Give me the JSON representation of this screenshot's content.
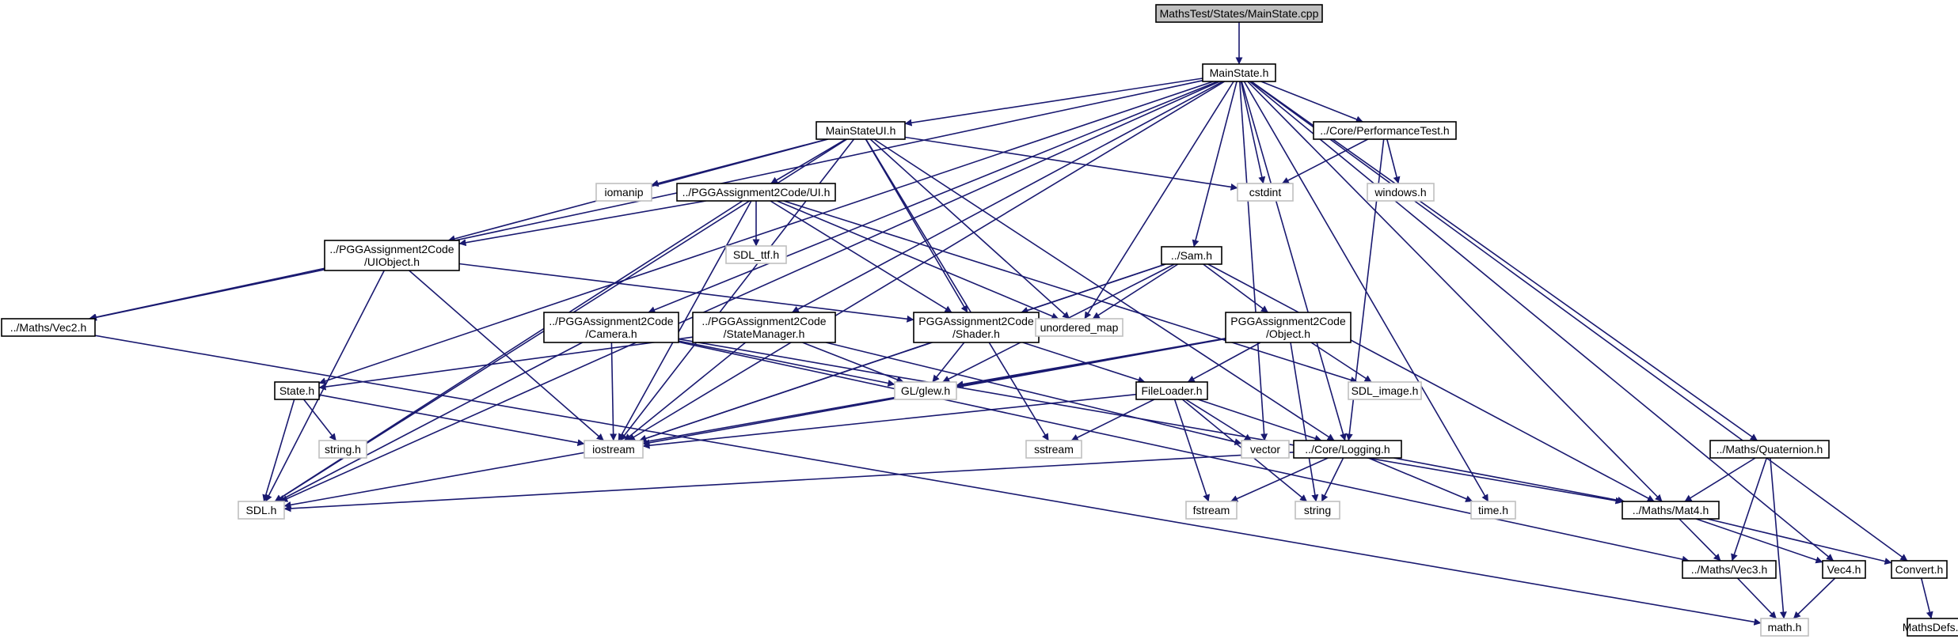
{
  "colors": {
    "edge": "#191970",
    "border_documented": "#000000",
    "border_external": "#bfbfbf",
    "fill_root": "#bfbfbf",
    "fill_default": "#ffffff"
  },
  "nodes": [
    {
      "id": "root",
      "lines": [
        "MathsTest/States/MainState.cpp"
      ],
      "kind": "root"
    },
    {
      "id": "mainstate",
      "lines": [
        "MainState.h"
      ],
      "kind": "doc"
    },
    {
      "id": "mainstateui",
      "lines": [
        "MainStateUI.h"
      ],
      "kind": "doc"
    },
    {
      "id": "perftest",
      "lines": [
        "../Core/PerformanceTest.h"
      ],
      "kind": "doc"
    },
    {
      "id": "iomanip",
      "lines": [
        "iomanip"
      ],
      "kind": "ext"
    },
    {
      "id": "ui",
      "lines": [
        "../PGGAssignment2Code/UI.h"
      ],
      "kind": "doc"
    },
    {
      "id": "cstdint",
      "lines": [
        "cstdint"
      ],
      "kind": "ext"
    },
    {
      "id": "windows",
      "lines": [
        "windows.h"
      ],
      "kind": "ext"
    },
    {
      "id": "sdlttf",
      "lines": [
        "SDL_ttf.h"
      ],
      "kind": "ext"
    },
    {
      "id": "uiobject",
      "lines": [
        "../PGGAssignment2Code",
        "/UIObject.h"
      ],
      "kind": "doc"
    },
    {
      "id": "sam",
      "lines": [
        "../Sam.h"
      ],
      "kind": "doc"
    },
    {
      "id": "vec2",
      "lines": [
        "../Maths/Vec2.h"
      ],
      "kind": "doc"
    },
    {
      "id": "camera",
      "lines": [
        "../PGGAssignment2Code",
        "/Camera.h"
      ],
      "kind": "doc"
    },
    {
      "id": "statemanager",
      "lines": [
        "../PGGAssignment2Code",
        "/StateManager.h"
      ],
      "kind": "doc"
    },
    {
      "id": "shader",
      "lines": [
        "PGGAssignment2Code",
        "/Shader.h"
      ],
      "kind": "doc"
    },
    {
      "id": "unordered",
      "lines": [
        "unordered_map"
      ],
      "kind": "ext"
    },
    {
      "id": "object",
      "lines": [
        "PGGAssignment2Code",
        "/Object.h"
      ],
      "kind": "doc"
    },
    {
      "id": "glew",
      "lines": [
        "GL/glew.h"
      ],
      "kind": "ext"
    },
    {
      "id": "state",
      "lines": [
        "State.h"
      ],
      "kind": "doc"
    },
    {
      "id": "fileloader",
      "lines": [
        "FileLoader.h"
      ],
      "kind": "doc"
    },
    {
      "id": "sdlimage",
      "lines": [
        "SDL_image.h"
      ],
      "kind": "ext"
    },
    {
      "id": "stringh",
      "lines": [
        "string.h"
      ],
      "kind": "ext"
    },
    {
      "id": "iostream",
      "lines": [
        "iostream"
      ],
      "kind": "ext"
    },
    {
      "id": "sstream",
      "lines": [
        "sstream"
      ],
      "kind": "ext"
    },
    {
      "id": "vector",
      "lines": [
        "vector"
      ],
      "kind": "ext"
    },
    {
      "id": "logging",
      "lines": [
        "../Core/Logging.h"
      ],
      "kind": "doc"
    },
    {
      "id": "quaternion",
      "lines": [
        "../Maths/Quaternion.h"
      ],
      "kind": "doc"
    },
    {
      "id": "sdl",
      "lines": [
        "SDL.h"
      ],
      "kind": "ext"
    },
    {
      "id": "fstream",
      "lines": [
        "fstream"
      ],
      "kind": "ext"
    },
    {
      "id": "string",
      "lines": [
        "string"
      ],
      "kind": "ext"
    },
    {
      "id": "timeh",
      "lines": [
        "time.h"
      ],
      "kind": "ext"
    },
    {
      "id": "mat4",
      "lines": [
        "../Maths/Mat4.h"
      ],
      "kind": "doc"
    },
    {
      "id": "vec3",
      "lines": [
        "../Maths/Vec3.h"
      ],
      "kind": "doc"
    },
    {
      "id": "vec4",
      "lines": [
        "Vec4.h"
      ],
      "kind": "doc"
    },
    {
      "id": "convert",
      "lines": [
        "Convert.h"
      ],
      "kind": "doc"
    },
    {
      "id": "mathh",
      "lines": [
        "math.h"
      ],
      "kind": "ext"
    },
    {
      "id": "mathsdefs",
      "lines": [
        "MathsDefs.h"
      ],
      "kind": "doc"
    }
  ],
  "edges": [
    [
      "root",
      "mainstate"
    ],
    [
      "mainstate",
      "mainstateui"
    ],
    [
      "mainstate",
      "perftest"
    ],
    [
      "mainstate",
      "cstdint"
    ],
    [
      "mainstate",
      "sam"
    ],
    [
      "mainstate",
      "vec2"
    ],
    [
      "mainstate",
      "sdl"
    ],
    [
      "mainstate",
      "state"
    ],
    [
      "mainstate",
      "iostream"
    ],
    [
      "mainstate",
      "camera"
    ],
    [
      "mainstate",
      "statemanager"
    ],
    [
      "mainstate",
      "unordered"
    ],
    [
      "mainstate",
      "logging"
    ],
    [
      "mainstate",
      "vector"
    ],
    [
      "mainstate",
      "timeh"
    ],
    [
      "mainstate",
      "mat4"
    ],
    [
      "mainstate",
      "quaternion"
    ],
    [
      "mainstate",
      "vec4"
    ],
    [
      "mainstate",
      "convert"
    ],
    [
      "mainstateui",
      "iomanip"
    ],
    [
      "mainstateui",
      "ui"
    ],
    [
      "mainstateui",
      "cstdint"
    ],
    [
      "mainstateui",
      "uiobject"
    ],
    [
      "mainstateui",
      "sdl"
    ],
    [
      "mainstateui",
      "iostream"
    ],
    [
      "mainstateui",
      "shader"
    ],
    [
      "mainstateui",
      "unordered"
    ],
    [
      "mainstateui",
      "sstream"
    ],
    [
      "mainstateui",
      "logging"
    ],
    [
      "perftest",
      "cstdint"
    ],
    [
      "perftest",
      "windows"
    ],
    [
      "perftest",
      "logging"
    ],
    [
      "ui",
      "uiobject"
    ],
    [
      "ui",
      "sdlttf"
    ],
    [
      "ui",
      "shader"
    ],
    [
      "ui",
      "unordered"
    ],
    [
      "ui",
      "iostream"
    ],
    [
      "ui",
      "sdl"
    ],
    [
      "ui",
      "sdlimage"
    ],
    [
      "uiobject",
      "vec2"
    ],
    [
      "uiobject",
      "shader"
    ],
    [
      "uiobject",
      "sdl"
    ],
    [
      "uiobject",
      "iostream"
    ],
    [
      "sam",
      "shader"
    ],
    [
      "sam",
      "object"
    ],
    [
      "sam",
      "unordered"
    ],
    [
      "sam",
      "glew"
    ],
    [
      "sam",
      "iostream"
    ],
    [
      "sam",
      "mat4"
    ],
    [
      "vec2",
      "mathh"
    ],
    [
      "camera",
      "glew"
    ],
    [
      "camera",
      "iostream"
    ],
    [
      "camera",
      "sdl"
    ],
    [
      "camera",
      "mat4"
    ],
    [
      "camera",
      "vec3"
    ],
    [
      "statemanager",
      "state"
    ],
    [
      "statemanager",
      "glew"
    ],
    [
      "statemanager",
      "iostream"
    ],
    [
      "statemanager",
      "vector"
    ],
    [
      "shader",
      "glew"
    ],
    [
      "shader",
      "fileloader"
    ],
    [
      "shader",
      "iostream"
    ],
    [
      "object",
      "glew"
    ],
    [
      "object",
      "fileloader"
    ],
    [
      "object",
      "sdlimage"
    ],
    [
      "object",
      "string"
    ],
    [
      "object",
      "iostream"
    ],
    [
      "object",
      "sdl"
    ],
    [
      "state",
      "iostream"
    ],
    [
      "state",
      "stringh"
    ],
    [
      "state",
      "sdl"
    ],
    [
      "fileloader",
      "iostream"
    ],
    [
      "fileloader",
      "sstream"
    ],
    [
      "fileloader",
      "vector"
    ],
    [
      "fileloader",
      "logging"
    ],
    [
      "fileloader",
      "fstream"
    ],
    [
      "fileloader",
      "string"
    ],
    [
      "logging",
      "sdl"
    ],
    [
      "logging",
      "fstream"
    ],
    [
      "logging",
      "string"
    ],
    [
      "logging",
      "timeh"
    ],
    [
      "logging",
      "mat4"
    ],
    [
      "quaternion",
      "mat4"
    ],
    [
      "quaternion",
      "vec3"
    ],
    [
      "quaternion",
      "mathh"
    ],
    [
      "mat4",
      "vec3"
    ],
    [
      "mat4",
      "vec4"
    ],
    [
      "mat4",
      "convert"
    ],
    [
      "vec3",
      "mathh"
    ],
    [
      "vec4",
      "mathh"
    ],
    [
      "convert",
      "mathsdefs"
    ]
  ]
}
